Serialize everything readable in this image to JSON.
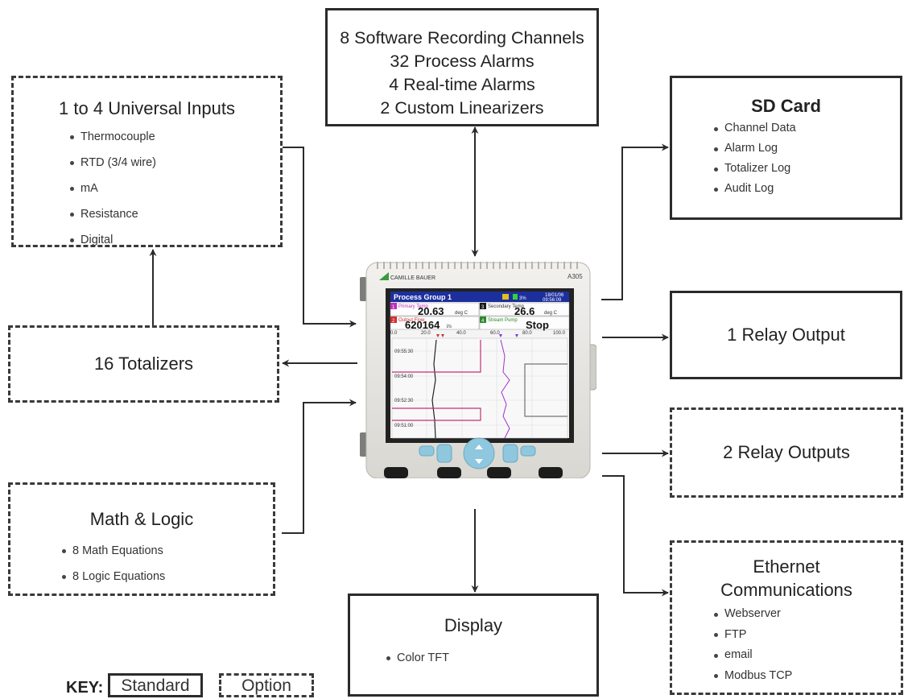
{
  "processing": {
    "lines": [
      "8 Software Recording Channels",
      "32 Process Alarms",
      "4 Real-time Alarms",
      "2 Custom Linearizers"
    ]
  },
  "inputs": {
    "title": "1 to 4 Universal Inputs",
    "items": [
      "Thermocouple",
      "RTD (3/4 wire)",
      "mA",
      "Resistance",
      "Digital"
    ]
  },
  "sdcard": {
    "title": "SD Card",
    "items": [
      "Channel Data",
      "Alarm Log",
      "Totalizer Log",
      "Audit Log"
    ]
  },
  "relay1": {
    "title": "1 Relay Output"
  },
  "totalizers": {
    "title": "16 Totalizers"
  },
  "relay2": {
    "title": "2 Relay Outputs"
  },
  "math": {
    "title": "Math & Logic",
    "items": [
      "8 Math Equations",
      "8 Logic Equations"
    ]
  },
  "ethernet": {
    "title_line1": "Ethernet",
    "title_line2": "Communications",
    "items": [
      "Webserver",
      "FTP",
      "email",
      "Modbus TCP"
    ]
  },
  "display": {
    "title": "Display",
    "items": [
      "Color TFT"
    ]
  },
  "key": {
    "label": "KEY:",
    "standard": "Standard",
    "option": "Option"
  },
  "device": {
    "brand": "CAMILLE BAUER",
    "model": "A305",
    "screen_title": "Process Group 1",
    "date": "18/01/06",
    "time": "09:56:09",
    "battery": "3%",
    "channels": [
      {
        "num": "1",
        "name": "Primary Temp",
        "value": "20.63",
        "unit": "deg C",
        "color": "#c02cc0"
      },
      {
        "num": "3",
        "name": "Secondary Temp",
        "value": "26.6",
        "unit": "deg C",
        "color": "#1a1a1a"
      },
      {
        "num": "2",
        "name": "Output Flow",
        "value": "620164",
        "unit": "l/s",
        "color": "#d03030"
      },
      {
        "num": "4",
        "name": "Stream Pump",
        "value": "Stop",
        "unit": "",
        "color": "#2a8a2a"
      }
    ],
    "scale": [
      "0.0",
      "20.0",
      "40.0",
      "60.0",
      "80.0",
      "100.0"
    ],
    "times": [
      "09:55:30",
      "09:54:00",
      "09:52:30",
      "09:51:00"
    ],
    "colors": {
      "screen_header": "#1c2f9c",
      "chart_bg": "#f4f4f4",
      "body": "#e8e6e2",
      "buttons": "#8fc7de"
    }
  }
}
